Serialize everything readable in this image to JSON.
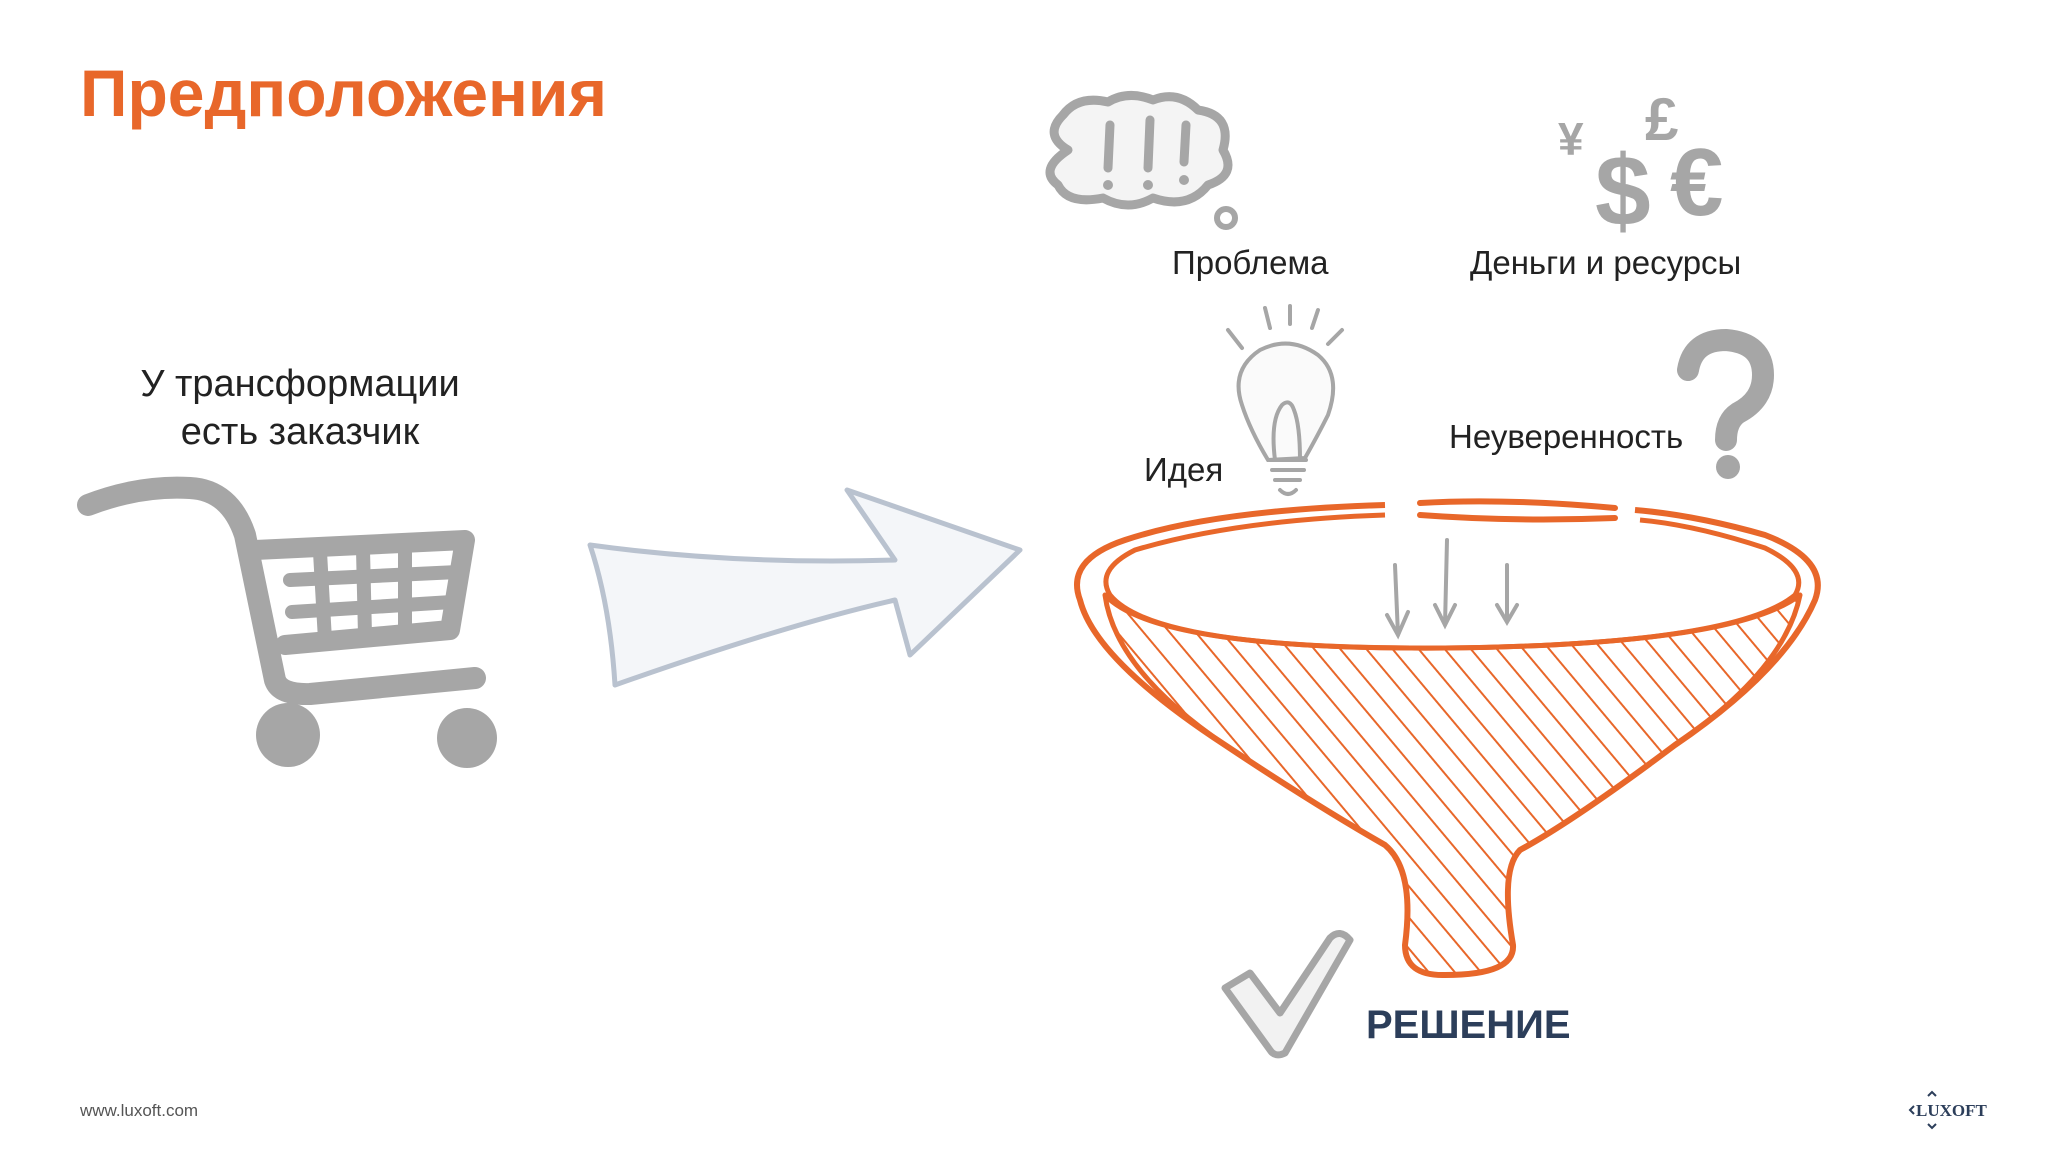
{
  "slide": {
    "title": "Предположения",
    "customer_text": [
      "У трансформации",
      "есть заказчик"
    ],
    "labels": {
      "problem": "Проблема",
      "money": "Деньги и ресурсы",
      "idea": "Идея",
      "uncertainty": "Неуверенность",
      "solution": "РЕШЕНИЕ"
    },
    "currency_symbols": [
      "¥",
      "$",
      "£",
      "€"
    ],
    "footer_url": "www.luxoft.com",
    "logo_text": "LUXOFT"
  },
  "colors": {
    "accent": "#e8672a",
    "sketch_gray": "#a6a6a6",
    "arrow_gray": "#b9c2cf",
    "solution_text": "#2c3e5a"
  },
  "icons": [
    "shopping-cart-icon",
    "arrow-right-icon",
    "thought-cloud-icon",
    "currency-icon",
    "lightbulb-icon",
    "question-mark-icon",
    "funnel-icon",
    "checkmark-icon",
    "luxoft-logo"
  ]
}
